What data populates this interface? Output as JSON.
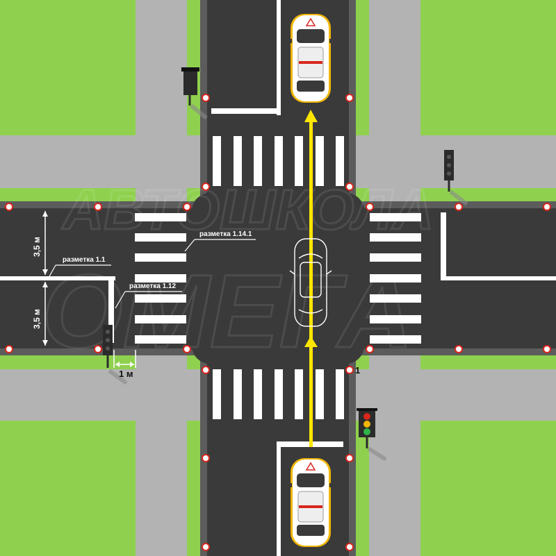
{
  "labels": {
    "marking_1_1": "разметка 1.1",
    "marking_1_12": "разметка 1.12",
    "marking_1_14_1": "разметка 1.14.1",
    "lane_width_top": "3,5 м",
    "lane_width_bottom": "3,5 м",
    "stop_line_distance": "1 м",
    "sign_number": "1"
  },
  "watermark": "АВТОШКОЛА ОМЕГА",
  "colors": {
    "grass": "#8fd14f",
    "sidewalk": "#b3b3b3",
    "asphalt": "#3a3a3a",
    "curb": "#5c5c5c",
    "marking": "#ffffff",
    "arrow": "#ffe600",
    "car_body": "#ffffff",
    "car_trim": "#f2b705",
    "traffic_light_red": "#d9261c",
    "traffic_light_yellow": "#f2b705",
    "traffic_light_green": "#2fb34a"
  },
  "objects": {
    "car_top": "driving-school-car-icon",
    "car_bottom": "driving-school-car-icon",
    "car_center": "car-outline-icon",
    "arrows": "arrow-up-icon",
    "traffic_lights": "traffic-light-icon",
    "markers": "curb-marker-icon"
  }
}
